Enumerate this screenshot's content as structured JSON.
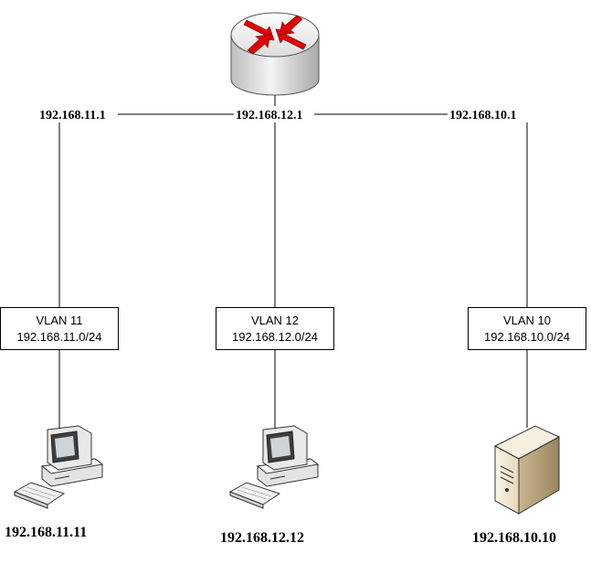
{
  "router": {
    "icon": "router-icon",
    "gateways": [
      {
        "ip": "192.168.11.1"
      },
      {
        "ip": "192.168.12.1"
      },
      {
        "ip": "192.168.10.1"
      }
    ]
  },
  "vlans": [
    {
      "name": "VLAN 11",
      "subnet": "192.168.11.0/24",
      "host_ip": "192.168.11.11",
      "host_icon": "workstation-icon"
    },
    {
      "name": "VLAN 12",
      "subnet": "192.168.12.0/24",
      "host_ip": "192.168.12.12",
      "host_icon": "workstation-icon"
    },
    {
      "name": "VLAN 10",
      "subnet": "192.168.10.0/24",
      "host_ip": "192.168.10.10",
      "host_icon": "server-icon"
    }
  ],
  "colors": {
    "router_arrows": "#e00000",
    "line": "#000000",
    "router_body": "#e8e8e8",
    "server_body": "#efe6d2"
  }
}
